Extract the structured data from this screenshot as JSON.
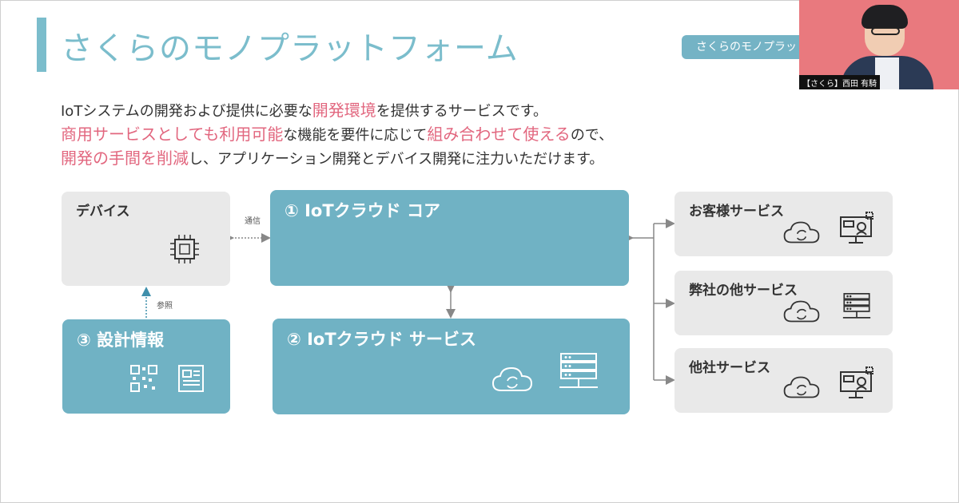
{
  "slide": {
    "title": "さくらのモノプラットフォーム",
    "tag": "さくらのモノプラッ",
    "colors": {
      "accent": "#7bbdcc",
      "teal": "#70b2c4",
      "pink": "#e2677f",
      "gray_box": "#e9e9e9"
    }
  },
  "video": {
    "nameplate": "【さくら】西田 有騎"
  },
  "intro": {
    "l1_a": "IoTシステムの開発および提供に必要な",
    "l1_b": "開発環境",
    "l1_c": "を提供するサービスです。",
    "l2_a": "商用サービスとしても利用可能",
    "l2_b": "な機能を要件に応じて",
    "l2_c": "組み合わせて使える",
    "l2_d": "ので、",
    "l3_a": "開発の手間を削減",
    "l3_b": "し、アプリケーション開発とデバイス開発に注力いただけます。"
  },
  "diagram": {
    "device": {
      "label": "デバイス",
      "icon": "chip-icon"
    },
    "design": {
      "label": "③ 設計情報",
      "icons": [
        "qr-code-icon",
        "document-icon"
      ]
    },
    "core": {
      "label": "① IoTクラウド コア"
    },
    "service": {
      "label": "② IoTクラウド サービス",
      "icons": [
        "cloud-sync-icon",
        "server-icon"
      ]
    },
    "customer": {
      "label": "お客様サービス",
      "icons": [
        "cloud-sync-icon",
        "monitor-user-icon"
      ]
    },
    "sakura_other": {
      "label": "弊社の他サービス",
      "icons": [
        "cloud-sync-icon",
        "server-icon"
      ]
    },
    "other": {
      "label": "他社サービス",
      "icons": [
        "cloud-sync-icon",
        "monitor-user-icon"
      ]
    },
    "comm_label": "通信",
    "ref_label": "参照"
  }
}
